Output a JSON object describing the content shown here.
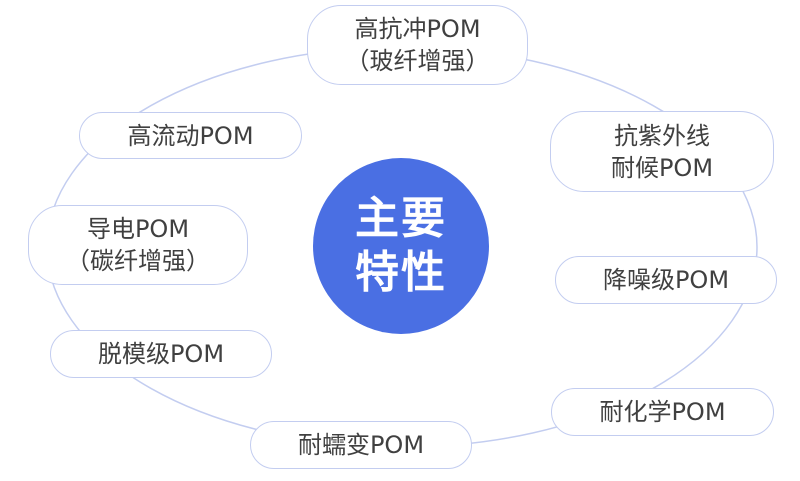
{
  "center": {
    "line1": "主要",
    "line2": "特性"
  },
  "features": {
    "impact": {
      "line1": "高抗冲POM",
      "line2": "（玻纤增强）"
    },
    "high_flow": {
      "line1": "高流动POM"
    },
    "uv": {
      "line1": "抗紫外线",
      "line2": "耐候POM"
    },
    "conductive": {
      "line1": "导电POM",
      "line2": "（碳纤增强）"
    },
    "low_noise": {
      "line1": "降噪级POM"
    },
    "release": {
      "line1": "脱模级POM"
    },
    "chemical": {
      "line1": "耐化学POM"
    },
    "creep": {
      "line1": "耐蠕变POM"
    }
  },
  "colors": {
    "center_fill": "#4a6fe3",
    "ring_stroke": "#c3cdf0",
    "text": "#404040"
  }
}
